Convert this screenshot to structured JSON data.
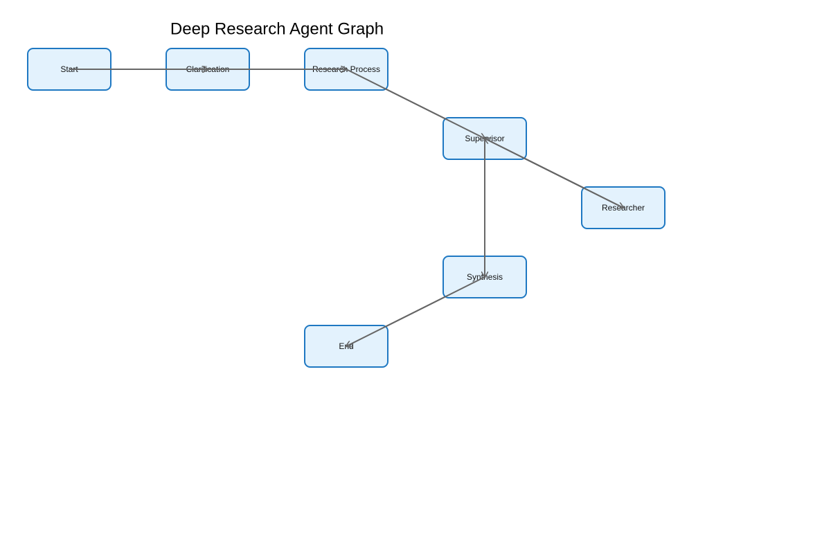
{
  "diagram": {
    "title": "Deep Research Agent Graph",
    "nodes": [
      {
        "id": "start",
        "label": "Start"
      },
      {
        "id": "clarification",
        "label": "Clarification"
      },
      {
        "id": "research-process",
        "label": "Research Process"
      },
      {
        "id": "supervisor",
        "label": "Supervisor"
      },
      {
        "id": "researcher",
        "label": "Researcher"
      },
      {
        "id": "synthesis",
        "label": "Synthesis"
      },
      {
        "id": "end",
        "label": "End"
      }
    ],
    "edges": [
      {
        "from": "start",
        "to": "clarification"
      },
      {
        "from": "clarification",
        "to": "research-process"
      },
      {
        "from": "research-process",
        "to": "supervisor"
      },
      {
        "from": "supervisor",
        "to": "researcher"
      },
      {
        "from": "researcher",
        "to": "supervisor"
      },
      {
        "from": "supervisor",
        "to": "synthesis"
      },
      {
        "from": "synthesis",
        "to": "end"
      }
    ],
    "colors": {
      "node_fill": "#e3f2fd",
      "node_border": "#1e78c2",
      "edge": "#666666",
      "text": "#111111"
    }
  }
}
